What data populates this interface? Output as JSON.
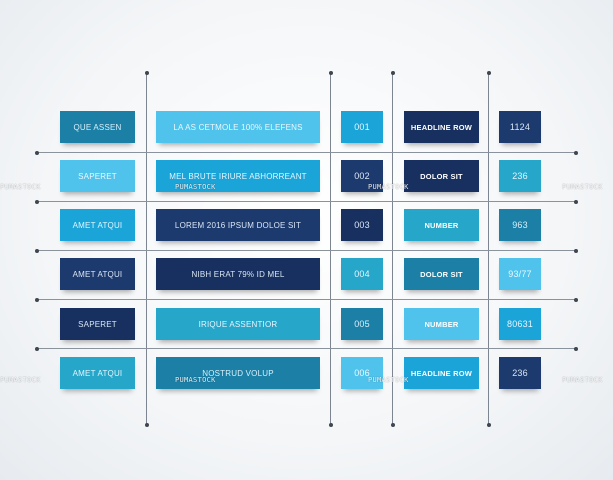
{
  "colors": {
    "teal": "#1b7fa6",
    "light_blue": "#4fc3ec",
    "sky": "#1aa4d8",
    "navy": "#1d3a6e",
    "deep_navy": "#17305f",
    "cyan": "#26a6c9",
    "grid_line": "#7d8590"
  },
  "rows": [
    {
      "cells": [
        {
          "text": "QUE ASSEN",
          "bg": "#1b7fa6",
          "fg": "#d6f0fb"
        },
        {
          "text": "LA AS CETMOLE 100% ELEFENS",
          "bg": "#4fc3ec",
          "fg": "#eaf8ff"
        },
        {
          "text": "001",
          "bg": "#1aa4d8",
          "fg": "#e3f6ff"
        },
        {
          "text": "HEADLINE ROW",
          "bg": "#17305f",
          "fg": "#ffffff",
          "bold": true
        },
        {
          "text": "1124",
          "bg": "#1d3a6e",
          "fg": "#d9e6f5"
        }
      ]
    },
    {
      "cells": [
        {
          "text": "SAPERET",
          "bg": "#4fc3ec",
          "fg": "#eaf8ff"
        },
        {
          "text": "MEL BRUTE IRIURE ABHORREANT",
          "bg": "#1aa4d8",
          "fg": "#e3f6ff"
        },
        {
          "text": "002",
          "bg": "#1d3a6e",
          "fg": "#d9e6f5"
        },
        {
          "text": "DOLOR SIT",
          "bg": "#17305f",
          "fg": "#ffffff",
          "bold": true
        },
        {
          "text": "236",
          "bg": "#26a6c9",
          "fg": "#e3f6ff"
        }
      ]
    },
    {
      "cells": [
        {
          "text": "AMET ATQUI",
          "bg": "#1aa4d8",
          "fg": "#e3f6ff"
        },
        {
          "text": "LOREM 2016 IPSUM DOLOE SIT",
          "bg": "#1d3a6e",
          "fg": "#d9e6f5"
        },
        {
          "text": "003",
          "bg": "#17305f",
          "fg": "#d9e6f5"
        },
        {
          "text": "NUMBER",
          "bg": "#26a6c9",
          "fg": "#ffffff",
          "bold": true
        },
        {
          "text": "963",
          "bg": "#1b7fa6",
          "fg": "#d6f0fb"
        }
      ]
    },
    {
      "cells": [
        {
          "text": "AMET ATQUI",
          "bg": "#1d3a6e",
          "fg": "#d9e6f5"
        },
        {
          "text": "NIBH ERAT 79% ID MEL",
          "bg": "#17305f",
          "fg": "#d9e6f5"
        },
        {
          "text": "004",
          "bg": "#26a6c9",
          "fg": "#e3f6ff"
        },
        {
          "text": "DOLOR SIT",
          "bg": "#1b7fa6",
          "fg": "#ffffff",
          "bold": true
        },
        {
          "text": "93/77",
          "bg": "#4fc3ec",
          "fg": "#eaf8ff"
        }
      ]
    },
    {
      "cells": [
        {
          "text": "SAPERET",
          "bg": "#17305f",
          "fg": "#d9e6f5"
        },
        {
          "text": "IRIQUE ASSENTIOR",
          "bg": "#26a6c9",
          "fg": "#e3f6ff"
        },
        {
          "text": "005",
          "bg": "#1b7fa6",
          "fg": "#d6f0fb"
        },
        {
          "text": "NUMBER",
          "bg": "#4fc3ec",
          "fg": "#ffffff",
          "bold": true
        },
        {
          "text": "80631",
          "bg": "#1aa4d8",
          "fg": "#e3f6ff"
        }
      ]
    },
    {
      "cells": [
        {
          "text": "AMET ATQUI",
          "bg": "#26a6c9",
          "fg": "#e3f6ff"
        },
        {
          "text": "NOSTRUD VOLUP",
          "bg": "#1b7fa6",
          "fg": "#d6f0fb"
        },
        {
          "text": "006",
          "bg": "#4fc3ec",
          "fg": "#eaf8ff"
        },
        {
          "text": "HEADLINE ROW",
          "bg": "#1aa4d8",
          "fg": "#ffffff",
          "bold": true
        },
        {
          "text": "236",
          "bg": "#1d3a6e",
          "fg": "#d9e6f5"
        }
      ]
    }
  ],
  "watermark": "PUMASTOCK"
}
